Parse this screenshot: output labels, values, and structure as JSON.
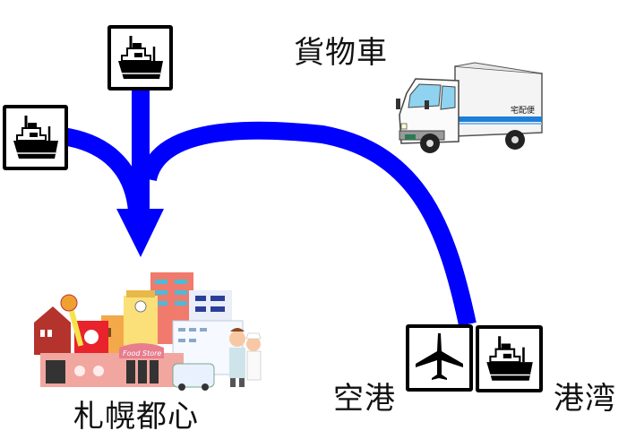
{
  "labels": {
    "truck": "貨物車",
    "city": "札幌都心",
    "airport": "空港",
    "harbor": "港湾"
  },
  "truck_sign": "宅配便",
  "store_sign": "Food Store",
  "colors": {
    "arrow": "#0000ff",
    "icon_border": "#000000",
    "text": "#111111"
  },
  "icons": [
    "ship-icon",
    "ship-icon",
    "airplane-icon",
    "ship-icon",
    "truck-illustration",
    "city-illustration"
  ]
}
